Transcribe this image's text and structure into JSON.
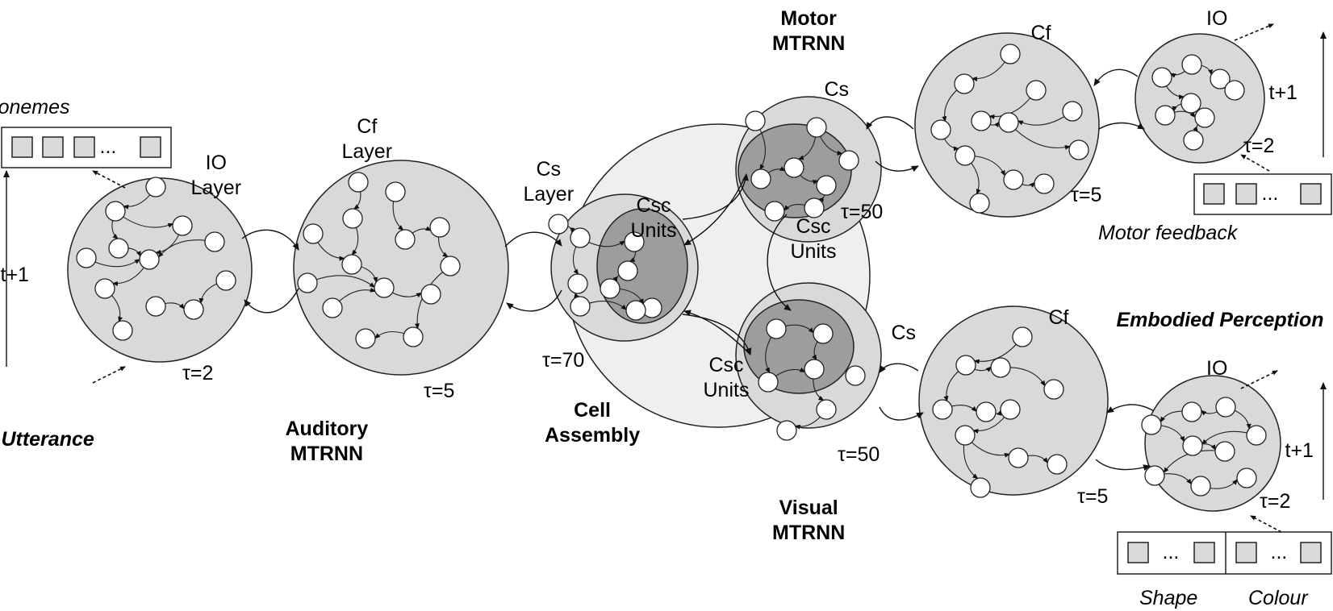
{
  "colors": {
    "module_fill": "#d9d9d9",
    "cell_assembly_fill": "#efefef",
    "csc_fill": "#9d9d9d",
    "neuron_fill": "#ffffff",
    "stroke": "#222222"
  },
  "auditory": {
    "io_layer": [
      "IO",
      "Layer"
    ],
    "cf_layer": [
      "Cf",
      "Layer"
    ],
    "cs_layer": [
      "Cs",
      "Layer"
    ],
    "tau_io": "τ=2",
    "tau_cf": "τ=5",
    "tau_cs": "τ=70",
    "title": [
      "Auditory",
      "MTRNN"
    ],
    "csc_units": [
      "Csc",
      "Units"
    ]
  },
  "verbal": {
    "phonemes": "Phonemes",
    "ellipsis": "...",
    "utterance": "Verbal Utterance",
    "time_label": "t+1"
  },
  "cell_assembly": [
    "Cell",
    "Assembly"
  ],
  "motor": {
    "title": [
      "Motor",
      "MTRNN"
    ],
    "cs": "Cs",
    "cf": "Cf",
    "io": "IO",
    "csc_units": [
      "Csc",
      "Units"
    ],
    "tau_cs": "τ=50",
    "tau_cf": "τ=5",
    "tau_io": "τ=2",
    "time_label": "t+1",
    "feedback": "Motor feedback",
    "ellipsis": "..."
  },
  "visual": {
    "title": [
      "Visual",
      "MTRNN"
    ],
    "cs": "Cs",
    "cf": "Cf",
    "io": "IO",
    "csc_units": [
      "Csc",
      "Units"
    ],
    "tau_cs": "τ=50",
    "tau_cf": "τ=5",
    "tau_io": "τ=2",
    "time_label": "t+1",
    "embodied": "Embodied Perception",
    "shape": "Shape",
    "colour": "Colour",
    "ellipsis": "..."
  }
}
